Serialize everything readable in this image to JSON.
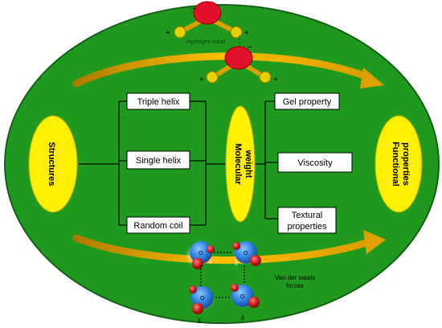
{
  "nodes": {
    "structures": "Structures",
    "molecular_weight": [
      "Molecular",
      "weight"
    ],
    "functional_properties": [
      "Functional",
      "properties"
    ],
    "triple_helix": "Triple helix",
    "single_helix": "Single helix",
    "random_coil": "Random coil",
    "gel_property": "Gel property",
    "viscosity": "Viscosity",
    "textural_properties": [
      "Textural",
      "properties"
    ]
  },
  "annotations": {
    "hydrogen_bond": "Hydrogen bond",
    "van_der_waals": [
      "Van der waals",
      "forces"
    ],
    "atom_o": "O",
    "charge_plus": "+",
    "charge_minus": "−",
    "charge_delta": "δ"
  },
  "colors": {
    "background": "#ffffff",
    "ellipse_fill": "#1f9a1f",
    "ellipse_stroke": "#1a6e1a",
    "yellow_node": "#ffef00",
    "arrow": "#d9a000",
    "box_fill": "#ffffff",
    "line": "#000000",
    "oxygen_red": "#e0102a",
    "water_blue": "#2c7fe0",
    "water_red": "#c01818"
  }
}
